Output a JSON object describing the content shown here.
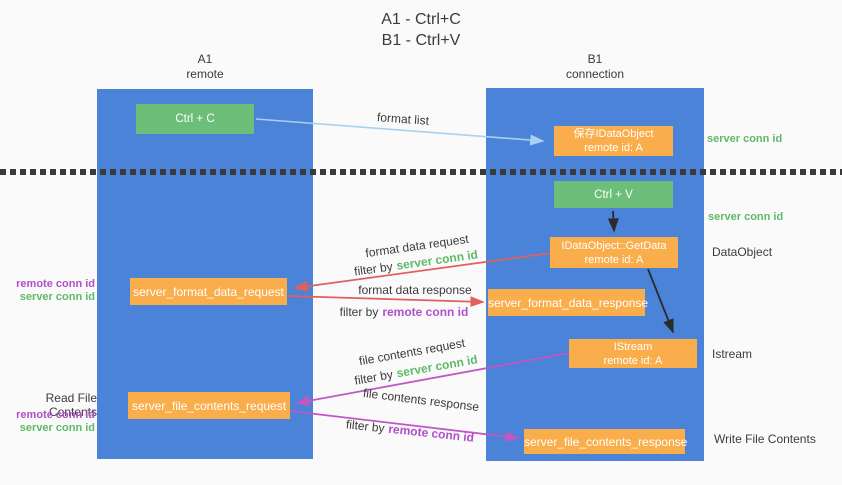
{
  "title": {
    "line1": "A1 - Ctrl+C",
    "line2": "B1 - Ctrl+V"
  },
  "lanes": {
    "left": {
      "name": "A1",
      "role": "remote"
    },
    "right": {
      "name": "B1",
      "role": "connection"
    }
  },
  "nodes": {
    "ctrl_c": {
      "label": "Ctrl + C"
    },
    "save_idataobject": {
      "line1": "保存IDataObject",
      "line2": "remote id: A"
    },
    "ctrl_v": {
      "label": "Ctrl + V"
    },
    "getdata": {
      "line1": "IDataObject::GetData",
      "line2": "remote id: A"
    },
    "istream": {
      "line1": "IStream",
      "line2": "remote id: A"
    },
    "server_format_data_request": {
      "label": "server_format_data_request"
    },
    "server_format_data_response": {
      "label": "server_format_data_response"
    },
    "server_file_contents_request": {
      "label": "server_file_contents_request"
    },
    "server_file_contents_response": {
      "label": "server_file_contents_response"
    }
  },
  "arrow_labels": {
    "format_list": "format list",
    "format_data_request": "format data request",
    "format_data_response": "format data response",
    "file_contents_request": "file contents request",
    "file_contents_response": "file contents response",
    "filter_by": "filter by",
    "server_conn_id": "server conn id",
    "remote_conn_id": "remote conn id"
  },
  "side_labels": {
    "server_conn_id": "server conn id",
    "remote_conn_id": "remote conn id",
    "dataobject": "DataObject",
    "istream": "Istream",
    "read_file_contents": "Read File Contents",
    "write_file_contents": "Write File Contents"
  },
  "colors": {
    "lane_blue": "#4a83d7",
    "box_green": "#6dbe79",
    "box_orange": "#f9ad4b",
    "arrow_lightblue": "#a6d1f0",
    "arrow_red": "#e0605e",
    "arrow_magenta": "#bf58c5",
    "arrow_black": "#2b2b2b",
    "text_green": "#5eb968",
    "text_purple": "#b04fc9",
    "background": "#fafafa"
  }
}
